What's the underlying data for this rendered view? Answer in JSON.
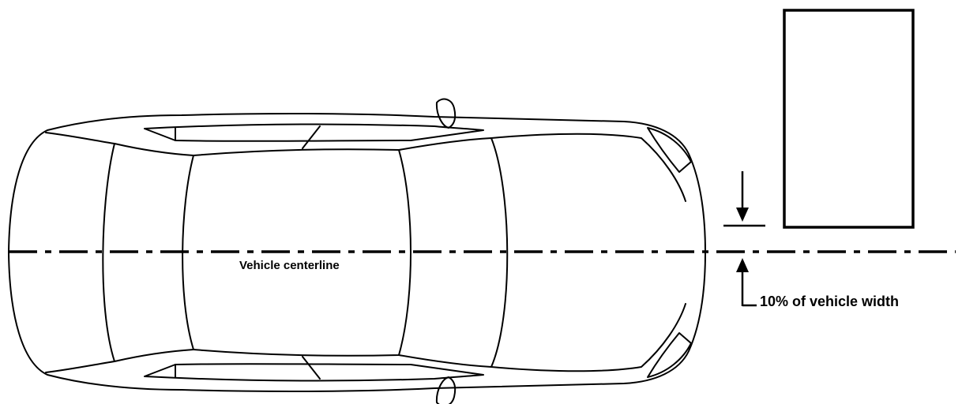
{
  "diagram": {
    "centerline_label": "Vehicle centerline",
    "offset_label": "10% of vehicle width",
    "colors": {
      "line": "#000000",
      "background": "#ffffff"
    },
    "icons": {
      "vehicle": "car-top-view-icon",
      "obstacle": "rectangle-obstacle",
      "arrow_down": "arrow-down-icon",
      "arrow_up": "arrow-up-icon"
    }
  }
}
